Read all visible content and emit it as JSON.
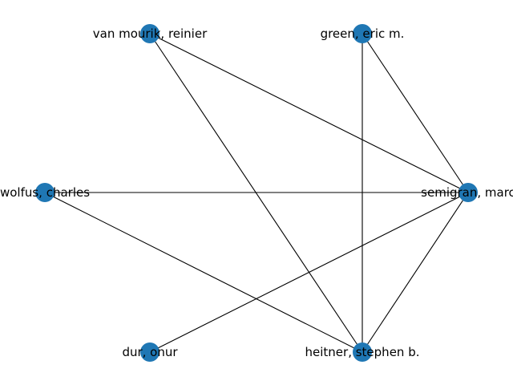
{
  "graph": {
    "node_color": "#1f77b4",
    "edge_color": "#000000",
    "nodes": [
      {
        "id": "van-mourik",
        "label": "van mourik, reinier"
      },
      {
        "id": "green",
        "label": "green, eric m."
      },
      {
        "id": "wolfus",
        "label": "wolfus, charles"
      },
      {
        "id": "semigran",
        "label": "semigran, marc"
      },
      {
        "id": "dur",
        "label": "dur, onur"
      },
      {
        "id": "heitner",
        "label": "heitner, stephen b."
      }
    ],
    "edges": [
      [
        "van-mourik",
        "semigran"
      ],
      [
        "van-mourik",
        "heitner"
      ],
      [
        "green",
        "semigran"
      ],
      [
        "green",
        "heitner"
      ],
      [
        "wolfus",
        "semigran"
      ],
      [
        "wolfus",
        "heitner"
      ],
      [
        "semigran",
        "dur"
      ],
      [
        "semigran",
        "heitner"
      ]
    ]
  }
}
